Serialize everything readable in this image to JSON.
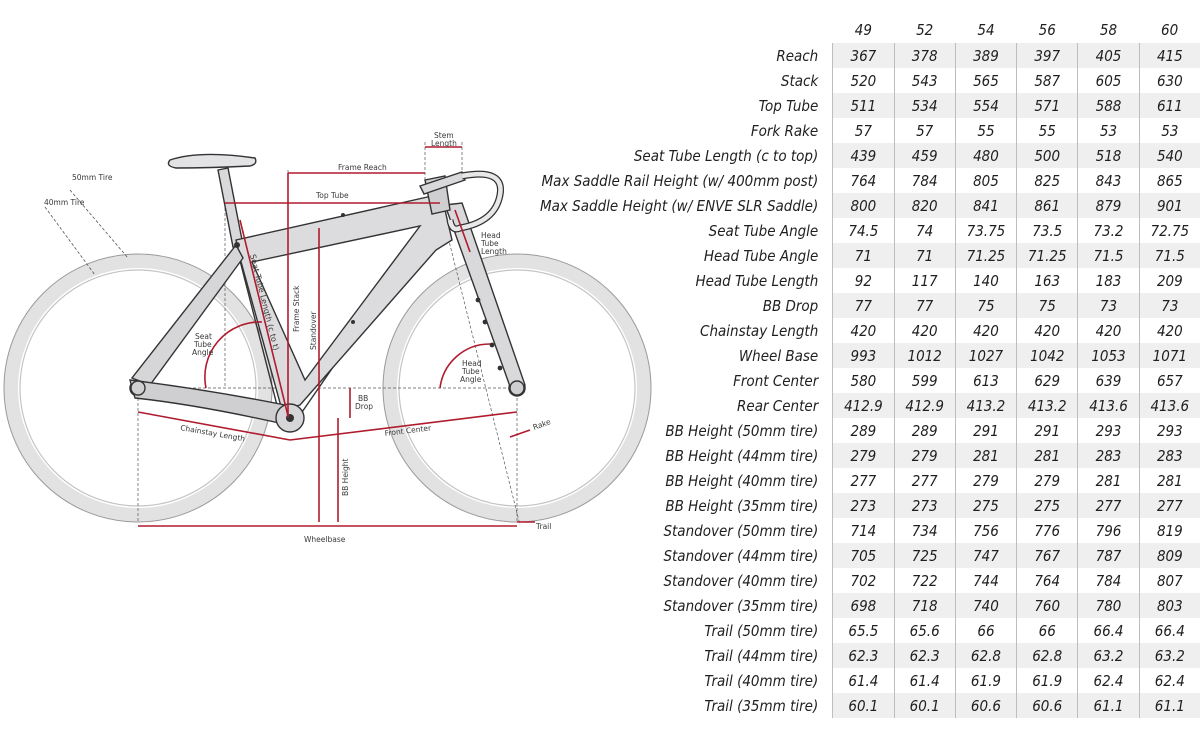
{
  "sizes": [
    "49",
    "52",
    "54",
    "56",
    "58",
    "60"
  ],
  "rows": [
    {
      "label": "Reach",
      "values": [
        "367",
        "378",
        "389",
        "397",
        "405",
        "415"
      ]
    },
    {
      "label": "Stack",
      "values": [
        "520",
        "543",
        "565",
        "587",
        "605",
        "630"
      ]
    },
    {
      "label": "Top Tube",
      "values": [
        "511",
        "534",
        "554",
        "571",
        "588",
        "611"
      ]
    },
    {
      "label": "Fork Rake",
      "values": [
        "57",
        "57",
        "55",
        "55",
        "53",
        "53"
      ]
    },
    {
      "label": "Seat Tube Length (c to top)",
      "values": [
        "439",
        "459",
        "480",
        "500",
        "518",
        "540"
      ]
    },
    {
      "label": "Max Saddle Rail Height (w/ 400mm post)",
      "values": [
        "764",
        "784",
        "805",
        "825",
        "843",
        "865"
      ]
    },
    {
      "label": "Max Saddle Height (w/ ENVE SLR Saddle)",
      "values": [
        "800",
        "820",
        "841",
        "861",
        "879",
        "901"
      ]
    },
    {
      "label": "Seat Tube Angle",
      "values": [
        "74.5",
        "74",
        "73.75",
        "73.5",
        "73.2",
        "72.75"
      ]
    },
    {
      "label": "Head Tube Angle",
      "values": [
        "71",
        "71",
        "71.25",
        "71.25",
        "71.5",
        "71.5"
      ]
    },
    {
      "label": "Head Tube Length",
      "values": [
        "92",
        "117",
        "140",
        "163",
        "183",
        "209"
      ]
    },
    {
      "label": "BB Drop",
      "values": [
        "77",
        "77",
        "75",
        "75",
        "73",
        "73"
      ]
    },
    {
      "label": "Chainstay Length",
      "values": [
        "420",
        "420",
        "420",
        "420",
        "420",
        "420"
      ]
    },
    {
      "label": "Wheel Base",
      "values": [
        "993",
        "1012",
        "1027",
        "1042",
        "1053",
        "1071"
      ]
    },
    {
      "label": "Front Center",
      "values": [
        "580",
        "599",
        "613",
        "629",
        "639",
        "657"
      ]
    },
    {
      "label": "Rear Center",
      "values": [
        "412.9",
        "412.9",
        "413.2",
        "413.2",
        "413.6",
        "413.6"
      ]
    },
    {
      "label": "BB Height (50mm tire)",
      "values": [
        "289",
        "289",
        "291",
        "291",
        "293",
        "293"
      ]
    },
    {
      "label": "BB Height (44mm tire)",
      "values": [
        "279",
        "279",
        "281",
        "281",
        "283",
        "283"
      ]
    },
    {
      "label": "BB Height (40mm tire)",
      "values": [
        "277",
        "277",
        "279",
        "279",
        "281",
        "281"
      ]
    },
    {
      "label": "BB Height (35mm tire)",
      "values": [
        "273",
        "273",
        "275",
        "275",
        "277",
        "277"
      ]
    },
    {
      "label": "Standover (50mm tire)",
      "values": [
        "714",
        "734",
        "756",
        "776",
        "796",
        "819"
      ]
    },
    {
      "label": "Standover (44mm tire)",
      "values": [
        "705",
        "725",
        "747",
        "767",
        "787",
        "809"
      ]
    },
    {
      "label": "Standover (40mm tire)",
      "values": [
        "702",
        "722",
        "744",
        "764",
        "784",
        "807"
      ]
    },
    {
      "label": "Standover (35mm tire)",
      "values": [
        "698",
        "718",
        "740",
        "760",
        "780",
        "803"
      ]
    },
    {
      "label": "Trail (50mm tire)",
      "values": [
        "65.5",
        "65.6",
        "66",
        "66",
        "66.4",
        "66.4"
      ]
    },
    {
      "label": "Trail (44mm tire)",
      "values": [
        "62.3",
        "62.3",
        "62.8",
        "62.8",
        "63.2",
        "63.2"
      ]
    },
    {
      "label": "Trail (40mm tire)",
      "values": [
        "61.4",
        "61.4",
        "61.9",
        "61.9",
        "62.4",
        "62.4"
      ]
    },
    {
      "label": "Trail (35mm tire)",
      "values": [
        "60.1",
        "60.1",
        "60.6",
        "60.6",
        "61.1",
        "61.1"
      ]
    }
  ],
  "diagram": {
    "labels": {
      "tire50": "50mm Tire",
      "tire40": "40mm Tire",
      "stem_length_1": "Stem",
      "stem_length_2": "Length",
      "frame_reach": "Frame Reach",
      "top_tube": "Top Tube",
      "head_tube_length_1": "Head",
      "head_tube_length_2": "Tube",
      "head_tube_length_3": "Length",
      "seat_tube_length": "Seat Tube Length (c to t)",
      "frame_stack": "Frame Stack",
      "standover": "Standover",
      "seat_tube_angle_1": "Seat",
      "seat_tube_angle_2": "Tube",
      "seat_tube_angle_3": "Angle",
      "head_tube_angle_1": "Head",
      "head_tube_angle_2": "Tube",
      "head_tube_angle_3": "Angle",
      "bb_drop_1": "BB",
      "bb_drop_2": "Drop",
      "chainstay_length": "Chainstay Length",
      "front_center": "Front Center",
      "rake": "Rake",
      "bb_height": "BB Height",
      "trail": "Trail",
      "wheelbase": "Wheelbase"
    },
    "colors": {
      "measure_line": "#b01c2e",
      "frame_fill": "#d9d9dc",
      "frame_stroke": "#333333",
      "tire": "#e4e4e4",
      "rim": "#bcbcbc",
      "guide": "#555555"
    }
  }
}
